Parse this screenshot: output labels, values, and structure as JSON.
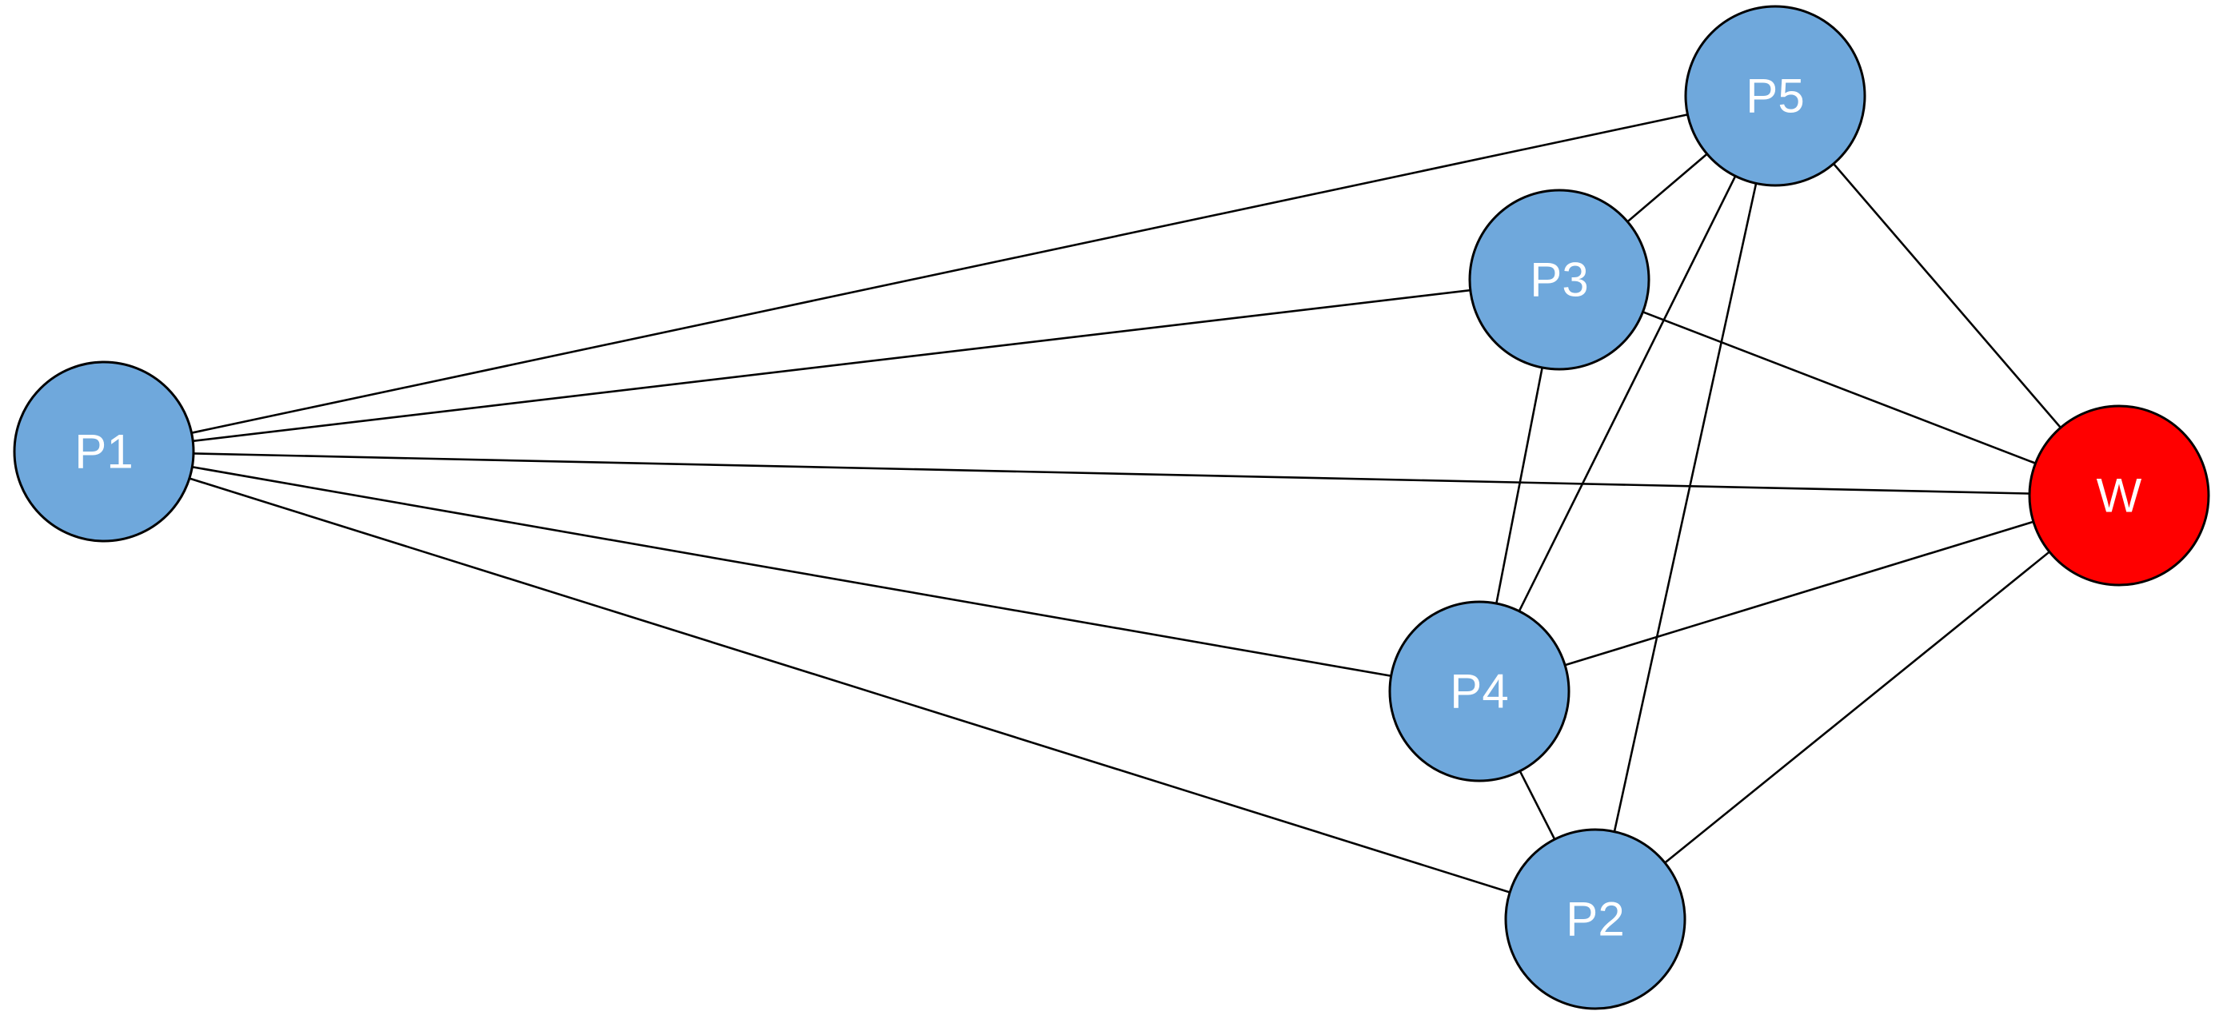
{
  "diagram": {
    "nodes": [
      {
        "id": "P1",
        "label": "P1",
        "color": "#6fa8dc"
      },
      {
        "id": "P2",
        "label": "P2",
        "color": "#6fa8dc"
      },
      {
        "id": "P3",
        "label": "P3",
        "color": "#6fa8dc"
      },
      {
        "id": "P4",
        "label": "P4",
        "color": "#6fa8dc"
      },
      {
        "id": "P5",
        "label": "P5",
        "color": "#6fa8dc"
      },
      {
        "id": "W",
        "label": "W",
        "color": "#ff0000"
      }
    ],
    "edges": [
      [
        "P1",
        "P5"
      ],
      [
        "P1",
        "P3"
      ],
      [
        "P1",
        "W"
      ],
      [
        "P1",
        "P4"
      ],
      [
        "P1",
        "P2"
      ],
      [
        "P5",
        "P3"
      ],
      [
        "P5",
        "P4"
      ],
      [
        "P5",
        "P2"
      ],
      [
        "P5",
        "W"
      ],
      [
        "P3",
        "P4"
      ],
      [
        "P3",
        "W"
      ],
      [
        "P4",
        "W"
      ],
      [
        "P4",
        "P2"
      ],
      [
        "P2",
        "W"
      ]
    ]
  }
}
